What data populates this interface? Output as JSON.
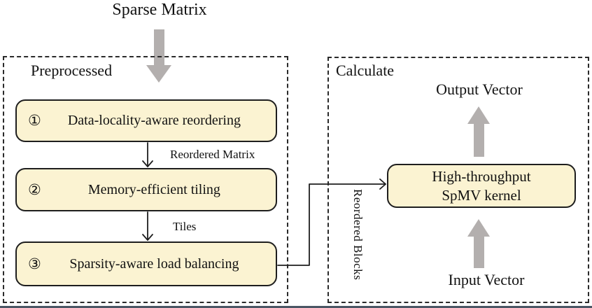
{
  "title": "Sparse Matrix",
  "colors": {
    "box_fill": "#FBF3D2",
    "box_border": "#1E1E1E",
    "fat_arrow_gray": "#B3AFAE",
    "dashed_border": "#2A2A2A",
    "bottom_bar": "#4A5664"
  },
  "preprocessed": {
    "label": "Preprocessed",
    "steps": [
      {
        "number": "①",
        "label": "Data-locality-aware reordering"
      },
      {
        "number": "②",
        "label": "Memory-efficient tiling"
      },
      {
        "number": "③",
        "label": "Sparsity-aware load balancing"
      }
    ],
    "arrow_labels": [
      "Reordered Matrix",
      "Tiles"
    ]
  },
  "connector_label": "Reordered Blocks",
  "calculate": {
    "label": "Calculate",
    "output_label": "Output Vector",
    "kernel_line1": "High-throughput",
    "kernel_line2": "SpMV kernel",
    "input_label": "Input Vector"
  }
}
